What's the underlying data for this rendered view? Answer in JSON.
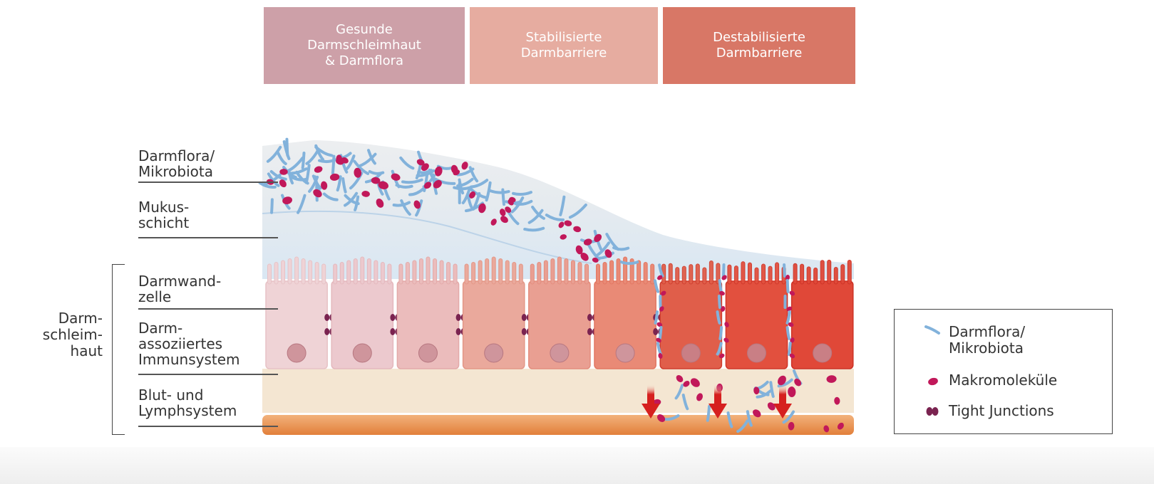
{
  "stages": [
    {
      "label": "Gesunde\nDarmschleimhaut\n& Darmflora",
      "color": "#cda0a8"
    },
    {
      "label": "Stabilisierte\nDarmbarriere",
      "color": "#e6aca0"
    },
    {
      "label": "Destabilisierte\nDarmbarriere",
      "color": "#d87766"
    }
  ],
  "layers": {
    "darmflora": "Darmflora/\nMikrobiota",
    "mukus": "Mukus-\nschicht",
    "darmwandzelle": "Darmwand-\nzelle",
    "immunsystem": "Darm-\nassoziiertes\nImmunsystem",
    "blut": "Blut- und\nLymphsystem"
  },
  "group_label": "Darm-\nschleim-\nhaut",
  "legend": {
    "items": [
      {
        "icon": "bacteria-icon",
        "label": "Darmflora/\nMikrobiota",
        "color": "#82b2db"
      },
      {
        "icon": "macromolecule-icon",
        "label": "Makromoleküle",
        "color": "#c1185a"
      },
      {
        "icon": "tight-junction-icon",
        "label": "Tight Junctions",
        "color": "#7a2350"
      }
    ]
  },
  "colors": {
    "mucus_top": "#e9ecef",
    "mucus_bottom": "#dbe8f3",
    "immune_band": "#f4e6d2",
    "blood_band": "#e88f4c",
    "arrow": "#d6201f"
  }
}
